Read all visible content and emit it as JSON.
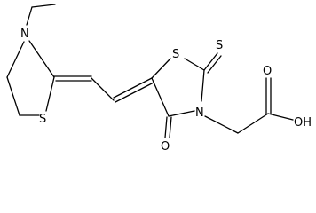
{
  "molecule": {
    "atoms": {
      "n_thiazolidine": "N",
      "s_thiazolidine": "S",
      "s_ring": "S",
      "s_thioxo": "S",
      "n_ring": "N",
      "o_keto": "O",
      "o_hydroxyl": "OH"
    },
    "bond_color": "#000000",
    "label_color": "#000000"
  }
}
